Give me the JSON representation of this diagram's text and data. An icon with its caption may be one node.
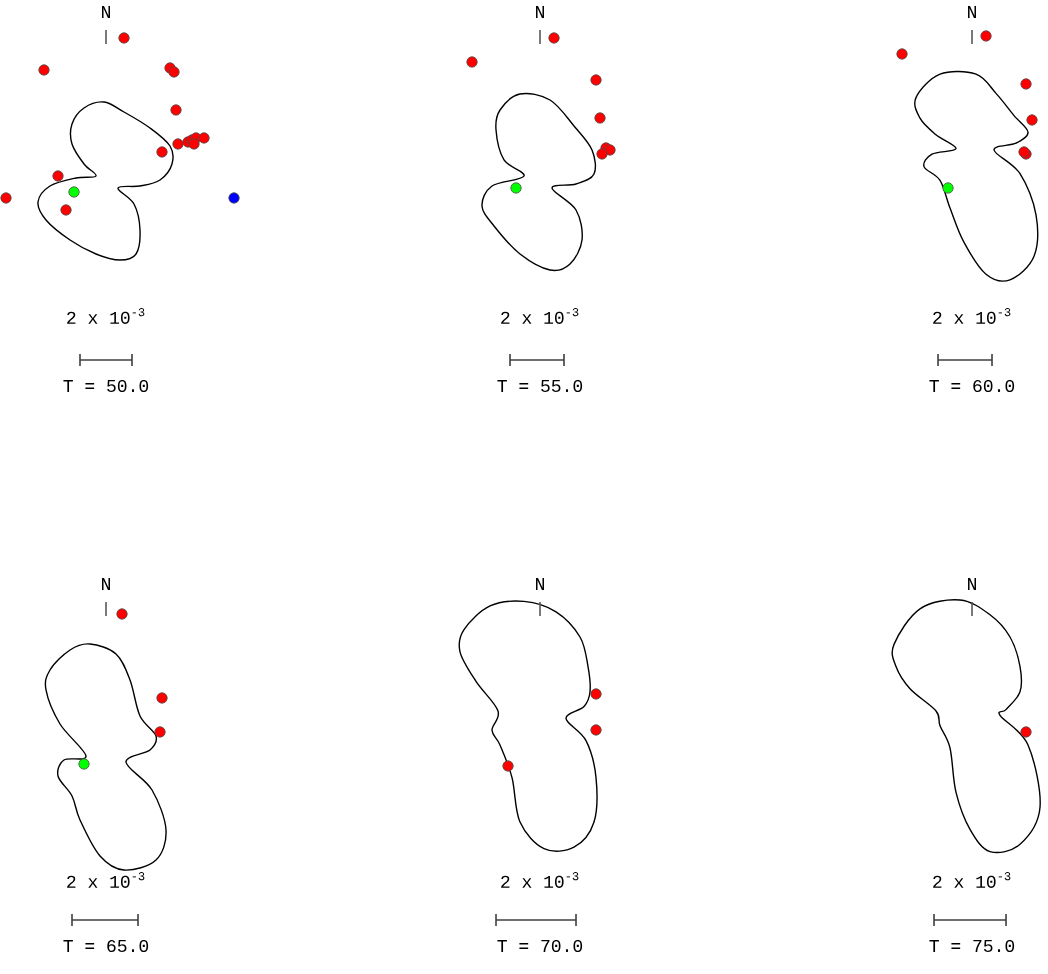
{
  "diagram": {
    "labels": [
      "N",
      "2 x 10$^{-3}$",
      "T = 50.0",
      "N",
      "2 x 10$^{-3}$",
      "T = 55.0",
      "N",
      "2 x 10$^{-3}$",
      "T = 60.0",
      "N",
      "2 x 10$^{-3}$",
      "T = 65.0",
      "N",
      "2 x 10$^{-3}$",
      "T = 70.0",
      "N",
      "2 x 10$^{-3}$",
      "T = 75.0"
    ]
  }
}
